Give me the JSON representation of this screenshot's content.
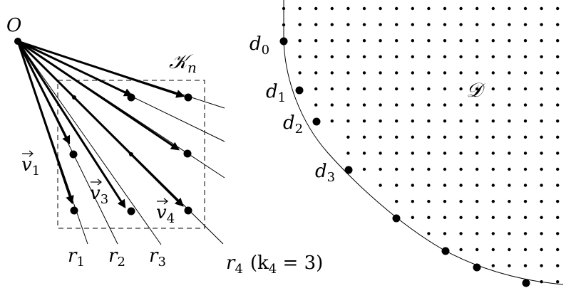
{
  "labels": {
    "origin": "O",
    "cone": "𝒦",
    "cone_sub": "n",
    "domain": "𝒟",
    "v1": "v",
    "v1_sub": "1",
    "v3": "v",
    "v3_sub": "3",
    "v4": "v",
    "v4_sub": "4",
    "r1": "r",
    "r1_sub": "1",
    "r2": "r",
    "r2_sub": "2",
    "r3": "r",
    "r3_sub": "3",
    "r4": "r",
    "r4_sub": "4",
    "r4_note_open": "(k",
    "r4_note_sub": "4",
    "r4_note_rest": " = 3)",
    "d0": "d",
    "d0_sub": "0",
    "d1": "d",
    "d1_sub": "1",
    "d2": "d",
    "d2_sub": "2",
    "d3": "d",
    "d3_sub": "3"
  },
  "colors": {
    "ink": "#000000",
    "background": "#ffffff"
  }
}
